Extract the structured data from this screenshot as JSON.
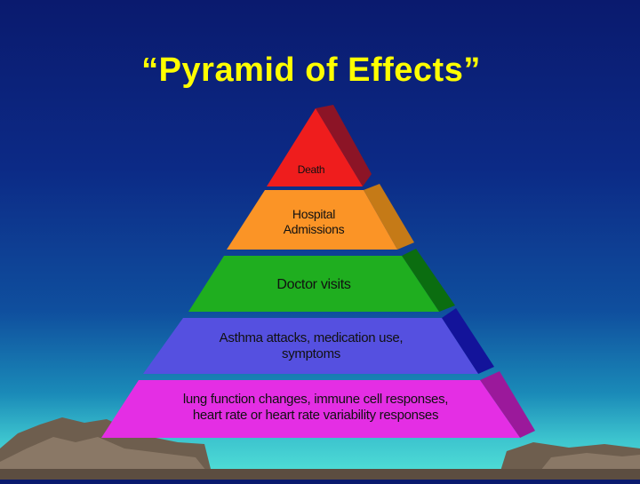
{
  "title": "“Pyramid of Effects”",
  "levels": [
    {
      "label_lines": [
        "Death"
      ],
      "color": "#ef1d1d",
      "side_color": "#8c1426"
    },
    {
      "label_lines": [
        "Hospital",
        "Admissions"
      ],
      "color": "#fb9426",
      "side_color": "#c57a17"
    },
    {
      "label_lines": [
        "Doctor visits"
      ],
      "color": "#1fae1f",
      "side_color": "#0b6d10"
    },
    {
      "label_lines": [
        "Asthma attacks, medication use,",
        "symptoms"
      ],
      "color": "#5550e0",
      "side_color": "#13139a"
    },
    {
      "label_lines": [
        "lung function changes, immune cell responses,",
        "heart rate or heart rate variability responses"
      ],
      "color": "#e42ee4",
      "side_color": "#9b199b"
    }
  ],
  "colors": {
    "background_top": "#0a1a6e",
    "background_bottom": "#53e3d8",
    "title": "#ffff00",
    "mountains": "#7a6a58"
  }
}
